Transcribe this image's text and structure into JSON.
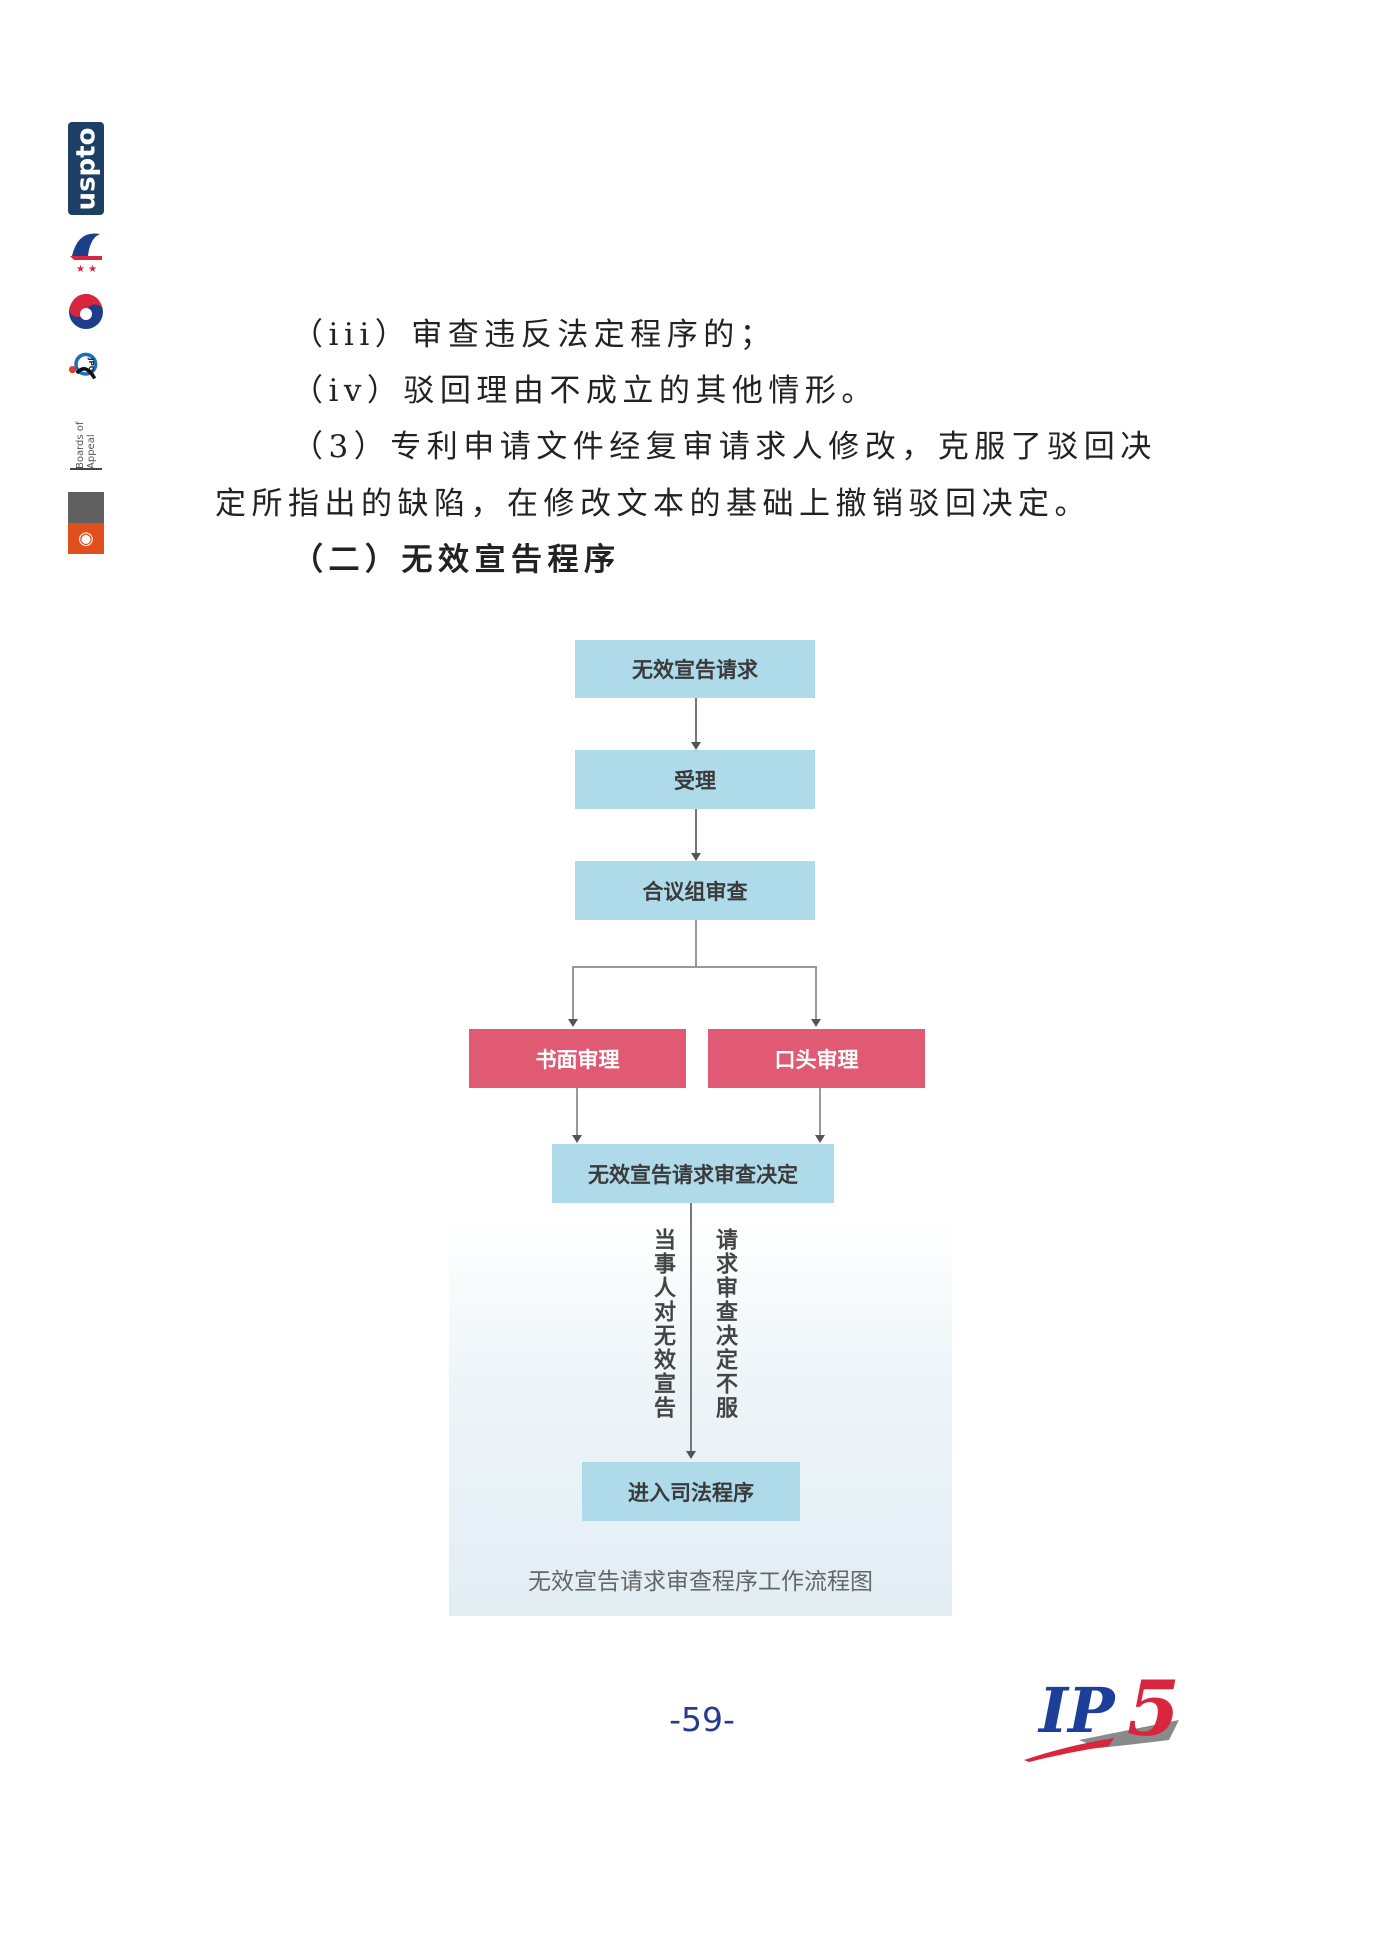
{
  "sidebar_logos": [
    {
      "name": "uspto",
      "text": "uspto"
    },
    {
      "name": "cnipa"
    },
    {
      "name": "kipo"
    },
    {
      "name": "jpo",
      "text": "JPO"
    },
    {
      "name": "boards-of-appeal",
      "text": "Boards of Appeal"
    },
    {
      "name": "epo"
    }
  ],
  "body": {
    "line1": "（iii）审查违反法定程序的；",
    "line2": "（iv）驳回理由不成立的其他情形。",
    "line3": "（3）专利申请文件经复审请求人修改，克服了驳回决",
    "line4": "定所指出的缺陷，在修改文本的基础上撤销驳回决定。",
    "heading": "（二）无效宣告程序"
  },
  "flowchart": {
    "step1": "无效宣告请求",
    "step2": "受理",
    "step3": "合议组审查",
    "branch_left": "书面审理",
    "branch_right": "口头审理",
    "decision": "无效宣告请求审查决定",
    "note_left": "当事人对无效宣告",
    "note_right": "请求审查决定不服",
    "final": "进入司法程序",
    "caption": "无效宣告请求审查程序工作流程图",
    "colors": {
      "blue": "#afdaea",
      "red": "#e05a73"
    }
  },
  "footer": {
    "page_number": "-59-",
    "logo_text": "IP5"
  }
}
